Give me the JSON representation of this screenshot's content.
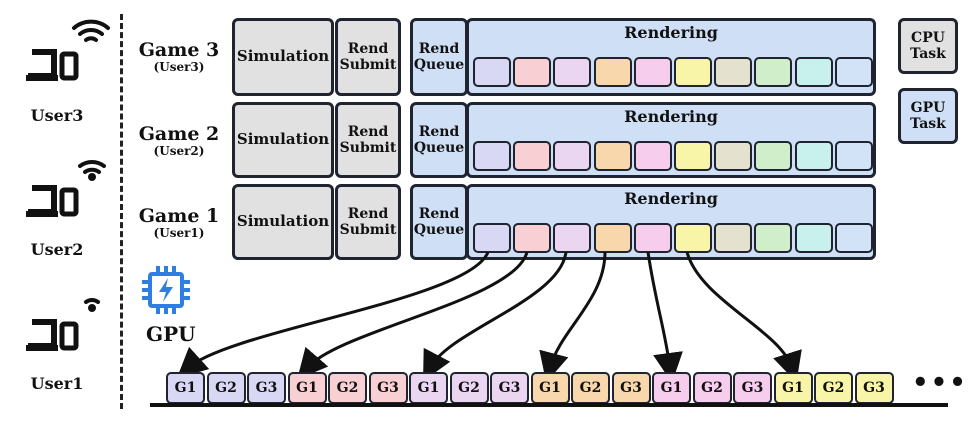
{
  "users": [
    {
      "label": "User3"
    },
    {
      "label": "User2"
    },
    {
      "label": "User1"
    }
  ],
  "games": [
    {
      "title": "Game 3",
      "user": "(User3)",
      "simulation": "Simulation",
      "rend_submit": "Rend\nSubmit",
      "rend_queue": "Rend\nQueue",
      "rendering": "Rendering"
    },
    {
      "title": "Game 2",
      "user": "(User2)",
      "simulation": "Simulation",
      "rend_submit": "Rend\nSubmit",
      "rend_queue": "Rend\nQueue",
      "rendering": "Rendering"
    },
    {
      "title": "Game 1",
      "user": "(User1)",
      "simulation": "Simulation",
      "rend_submit": "Rend\nSubmit",
      "rend_queue": "Rend\nQueue",
      "rendering": "Rendering"
    }
  ],
  "legend": {
    "cpu_task": "CPU\nTask",
    "gpu_task": "GPU\nTask"
  },
  "gpu_label": "GPU",
  "task_colors": [
    "#d9d8f4",
    "#f8cfd2",
    "#ebd6f2",
    "#f8d7ad",
    "#f6cdec",
    "#f8f5a9",
    "#e5e1cf",
    "#cfeec9",
    "#c8f0ec",
    "#d2e3f8"
  ],
  "timeline": [
    {
      "label": "G1",
      "color": "#d9d8f4"
    },
    {
      "label": "G2",
      "color": "#d9d8f4"
    },
    {
      "label": "G3",
      "color": "#d9d8f4"
    },
    {
      "label": "G1",
      "color": "#f8cfd2"
    },
    {
      "label": "G2",
      "color": "#f8cfd2"
    },
    {
      "label": "G3",
      "color": "#f8cfd2"
    },
    {
      "label": "G1",
      "color": "#ebd6f2"
    },
    {
      "label": "G2",
      "color": "#ebd6f2"
    },
    {
      "label": "G3",
      "color": "#ebd6f2"
    },
    {
      "label": "G1",
      "color": "#f8d7ad"
    },
    {
      "label": "G2",
      "color": "#f8d7ad"
    },
    {
      "label": "G3",
      "color": "#f8d7ad"
    },
    {
      "label": "G1",
      "color": "#f6cdec"
    },
    {
      "label": "G2",
      "color": "#f6cdec"
    },
    {
      "label": "G3",
      "color": "#f6cdec"
    },
    {
      "label": "G1",
      "color": "#f8f5a9"
    },
    {
      "label": "G2",
      "color": "#f8f5a9"
    },
    {
      "label": "G3",
      "color": "#f8f5a9"
    }
  ],
  "ellipsis": "•••",
  "colors": {
    "cpu": "#e1e1e1",
    "gpu": "#cfe0f6",
    "gpu_icon": "#2f7fe0"
  },
  "icons": [
    "laptop-phone-icon",
    "wifi-icon",
    "gpu-chip-icon"
  ]
}
